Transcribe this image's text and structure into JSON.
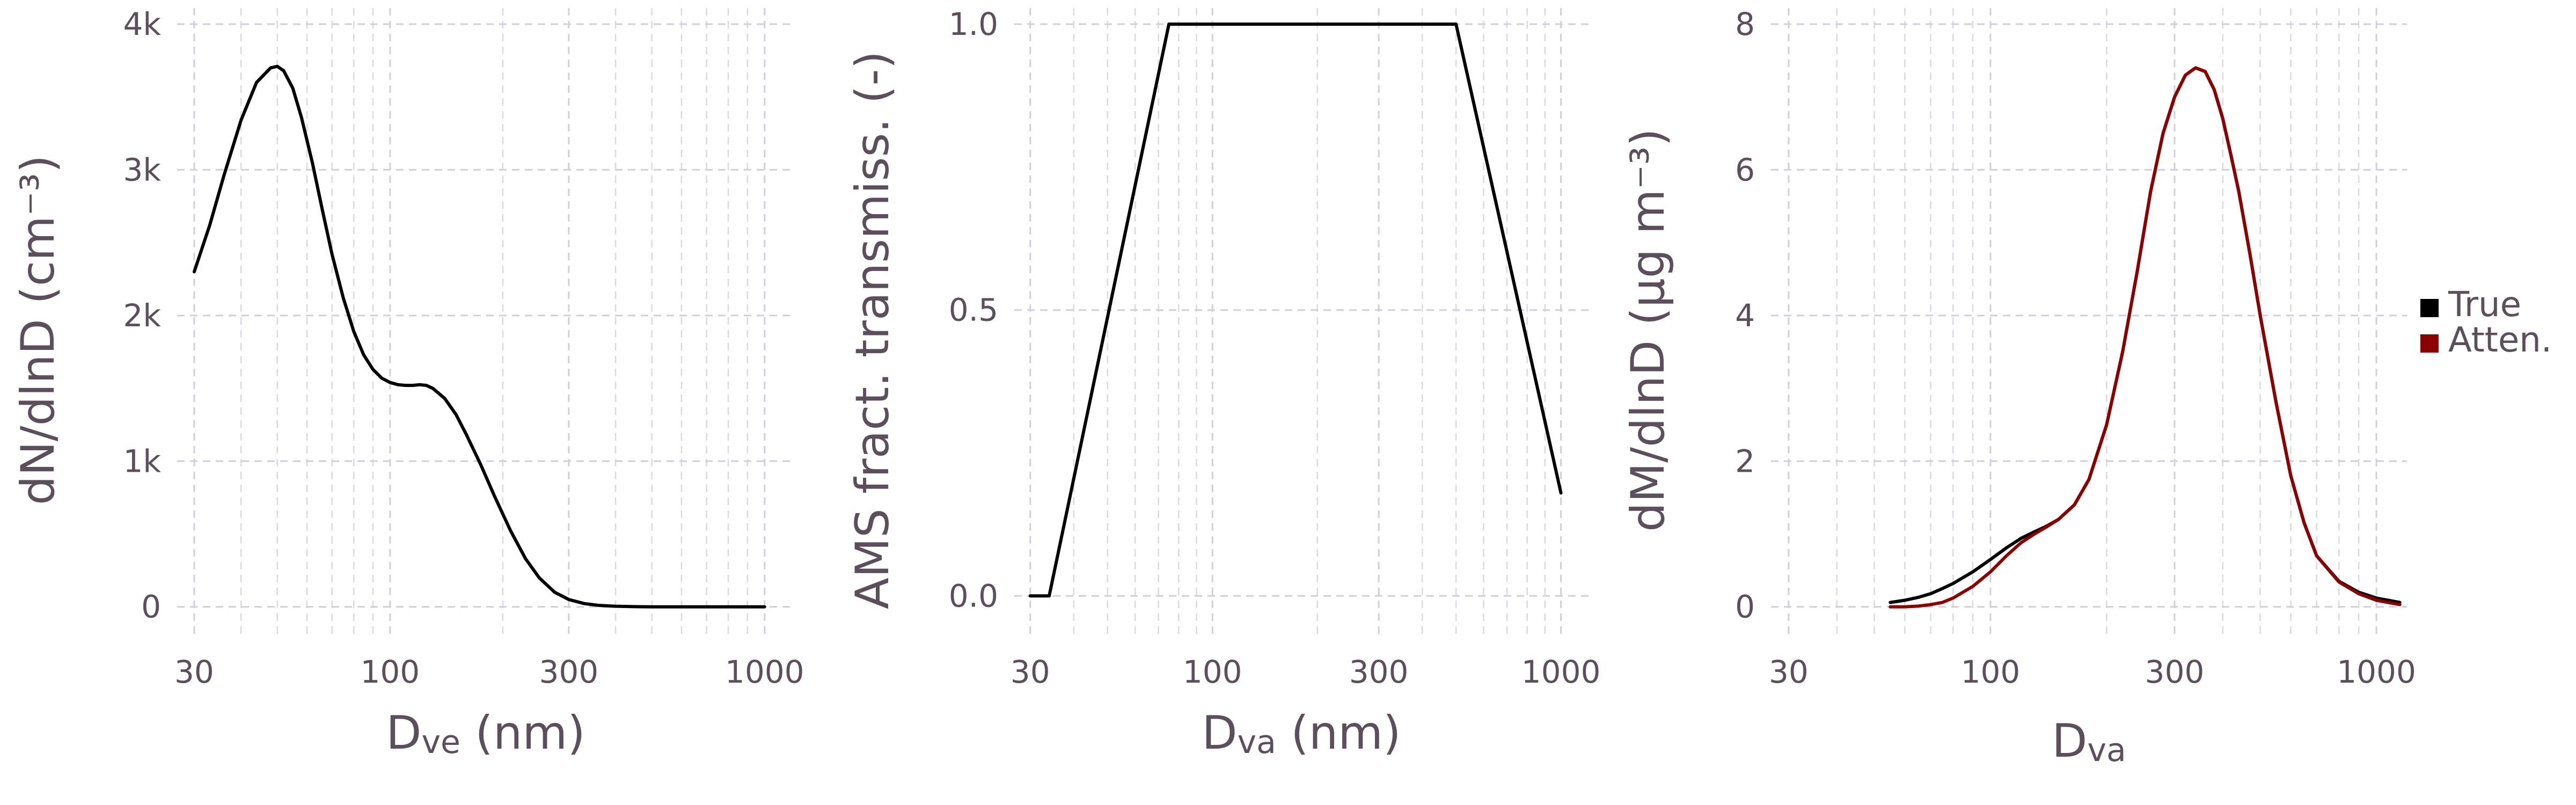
{
  "chart_data": [
    {
      "type": "line",
      "x_scale": "log",
      "xlabel_main": "D",
      "xlabel_sub": "ve",
      "xlabel_tail": " (nm)",
      "ylabel": "dN/dlnD (cm⁻³)",
      "xlim": [
        27,
        1200
      ],
      "ylim": [
        -200,
        4000
      ],
      "xticks": [
        {
          "value": 30,
          "label": "30"
        },
        {
          "value": 100,
          "label": "100"
        },
        {
          "value": 300,
          "label": "300"
        },
        {
          "value": 1000,
          "label": "1000"
        }
      ],
      "yticks": [
        {
          "value": 0,
          "label": "0"
        },
        {
          "value": 1000,
          "label": "1k"
        },
        {
          "value": 2000,
          "label": "2k"
        },
        {
          "value": 3000,
          "label": "3k"
        },
        {
          "value": 4000,
          "label": "4k"
        }
      ],
      "grid": true,
      "series": [
        {
          "color": "#000000",
          "x": [
            30,
            33,
            36,
            40,
            44,
            48,
            50,
            52,
            55,
            58,
            62,
            66,
            70,
            75,
            80,
            85,
            90,
            95,
            100,
            105,
            110,
            115,
            120,
            125,
            130,
            140,
            150,
            160,
            175,
            190,
            210,
            230,
            250,
            275,
            300,
            330,
            360,
            400,
            450,
            500,
            600,
            700,
            800,
            1000
          ],
          "y": [
            2300,
            2620,
            2960,
            3340,
            3600,
            3700,
            3710,
            3680,
            3560,
            3360,
            3050,
            2720,
            2420,
            2120,
            1890,
            1730,
            1630,
            1570,
            1540,
            1525,
            1520,
            1520,
            1525,
            1520,
            1500,
            1430,
            1320,
            1180,
            970,
            760,
            520,
            330,
            200,
            100,
            50,
            22,
            10,
            4,
            1,
            0,
            0,
            0,
            0,
            0
          ]
        }
      ]
    },
    {
      "type": "line",
      "x_scale": "log",
      "xlabel_main": "D",
      "xlabel_sub": "va",
      "xlabel_tail": " (nm)",
      "ylabel": "AMS fract. transmiss. (-)",
      "xlim": [
        27,
        1200
      ],
      "ylim": [
        -0.07,
        1.0
      ],
      "xticks": [
        {
          "value": 30,
          "label": "30"
        },
        {
          "value": 100,
          "label": "100"
        },
        {
          "value": 300,
          "label": "300"
        },
        {
          "value": 1000,
          "label": "1000"
        }
      ],
      "yticks": [
        {
          "value": 0,
          "label": "0.0"
        },
        {
          "value": 0.5,
          "label": "0.5"
        },
        {
          "value": 1.0,
          "label": "1.0"
        }
      ],
      "grid": true,
      "series": [
        {
          "color": "#000000",
          "x": [
            30,
            34,
            75,
            500,
            1000
          ],
          "y": [
            0,
            0,
            1.0,
            1.0,
            0.18
          ]
        }
      ]
    },
    {
      "type": "line",
      "x_scale": "log",
      "xlabel_main": "D",
      "xlabel_sub": "va",
      "xlabel_tail": "",
      "ylabel": "dM/dlnD (µg m⁻³)",
      "xlim": [
        27,
        1200
      ],
      "ylim": [
        -0.4,
        8.0
      ],
      "xticks": [
        {
          "value": 30,
          "label": "30"
        },
        {
          "value": 100,
          "label": "100"
        },
        {
          "value": 300,
          "label": "300"
        },
        {
          "value": 1000,
          "label": "1000"
        }
      ],
      "yticks": [
        {
          "value": 0,
          "label": "0"
        },
        {
          "value": 2,
          "label": "2"
        },
        {
          "value": 4,
          "label": "4"
        },
        {
          "value": 6,
          "label": "6"
        },
        {
          "value": 8,
          "label": "8"
        }
      ],
      "grid": true,
      "legend_position": "right",
      "series": [
        {
          "name": "True",
          "color": "#000000",
          "x": [
            55,
            60,
            65,
            70,
            75,
            80,
            90,
            100,
            110,
            120,
            130,
            140,
            150,
            165,
            180,
            200,
            220,
            240,
            260,
            280,
            300,
            320,
            340,
            360,
            380,
            400,
            420,
            440,
            470,
            500,
            550,
            600,
            650,
            700,
            800,
            900,
            1000,
            1150
          ],
          "y": [
            0.06,
            0.09,
            0.13,
            0.18,
            0.25,
            0.32,
            0.48,
            0.65,
            0.81,
            0.94,
            1.03,
            1.11,
            1.2,
            1.4,
            1.75,
            2.5,
            3.5,
            4.6,
            5.7,
            6.5,
            7.0,
            7.3,
            7.4,
            7.35,
            7.1,
            6.7,
            6.2,
            5.7,
            4.85,
            4.0,
            2.8,
            1.8,
            1.15,
            0.7,
            0.35,
            0.2,
            0.12,
            0.06
          ]
        },
        {
          "name": "Atten.",
          "color": "#8b0000",
          "x": [
            55,
            60,
            65,
            70,
            75,
            80,
            90,
            100,
            110,
            120,
            130,
            140,
            150,
            165,
            180,
            200,
            220,
            240,
            260,
            280,
            300,
            320,
            340,
            360,
            380,
            400,
            420,
            440,
            470,
            500,
            550,
            600,
            650,
            700,
            800,
            900,
            1000,
            1150
          ],
          "y": [
            0.0,
            0.0,
            0.01,
            0.03,
            0.06,
            0.12,
            0.28,
            0.48,
            0.7,
            0.88,
            1.0,
            1.1,
            1.2,
            1.4,
            1.75,
            2.5,
            3.5,
            4.6,
            5.7,
            6.5,
            7.0,
            7.3,
            7.4,
            7.35,
            7.1,
            6.7,
            6.2,
            5.7,
            4.85,
            4.0,
            2.8,
            1.8,
            1.15,
            0.7,
            0.34,
            0.18,
            0.09,
            0.03
          ]
        }
      ]
    }
  ]
}
